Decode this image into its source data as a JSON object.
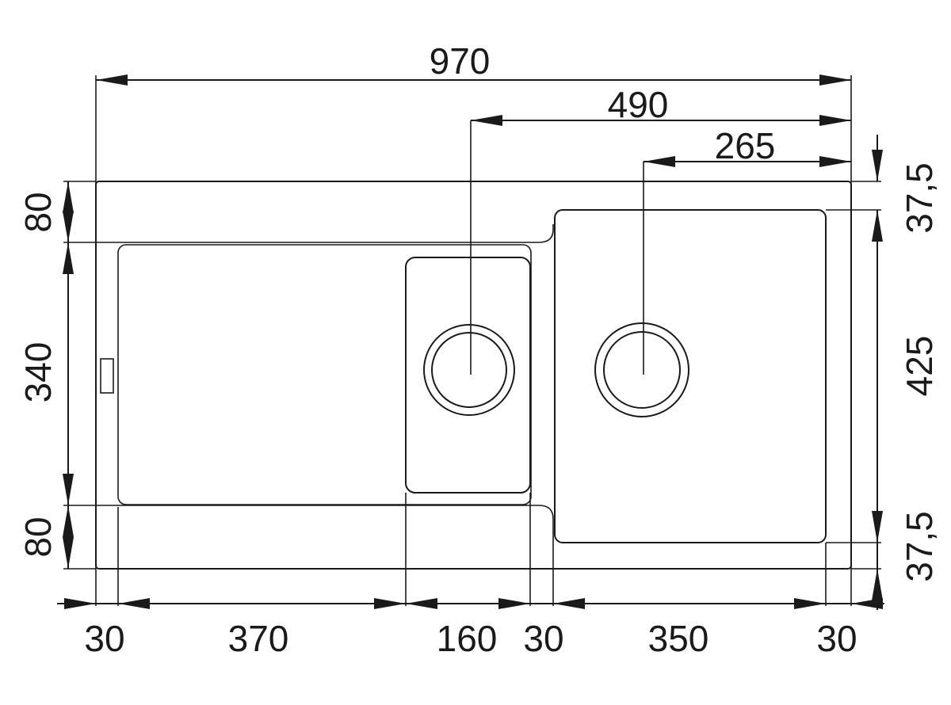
{
  "drawing": {
    "top_dimensions": {
      "overall": "970",
      "drain_offset_large": "490",
      "drain_offset_small": "265"
    },
    "left_dimensions": {
      "top": "80",
      "middle": "340",
      "bottom": "80"
    },
    "right_dimensions": {
      "top": "37,5",
      "middle": "425",
      "bottom": "37,5"
    },
    "bottom_dimensions": {
      "seg1": "30",
      "seg2": "370",
      "seg3": "160",
      "seg4": "30",
      "seg5": "350",
      "seg6": "30"
    }
  }
}
